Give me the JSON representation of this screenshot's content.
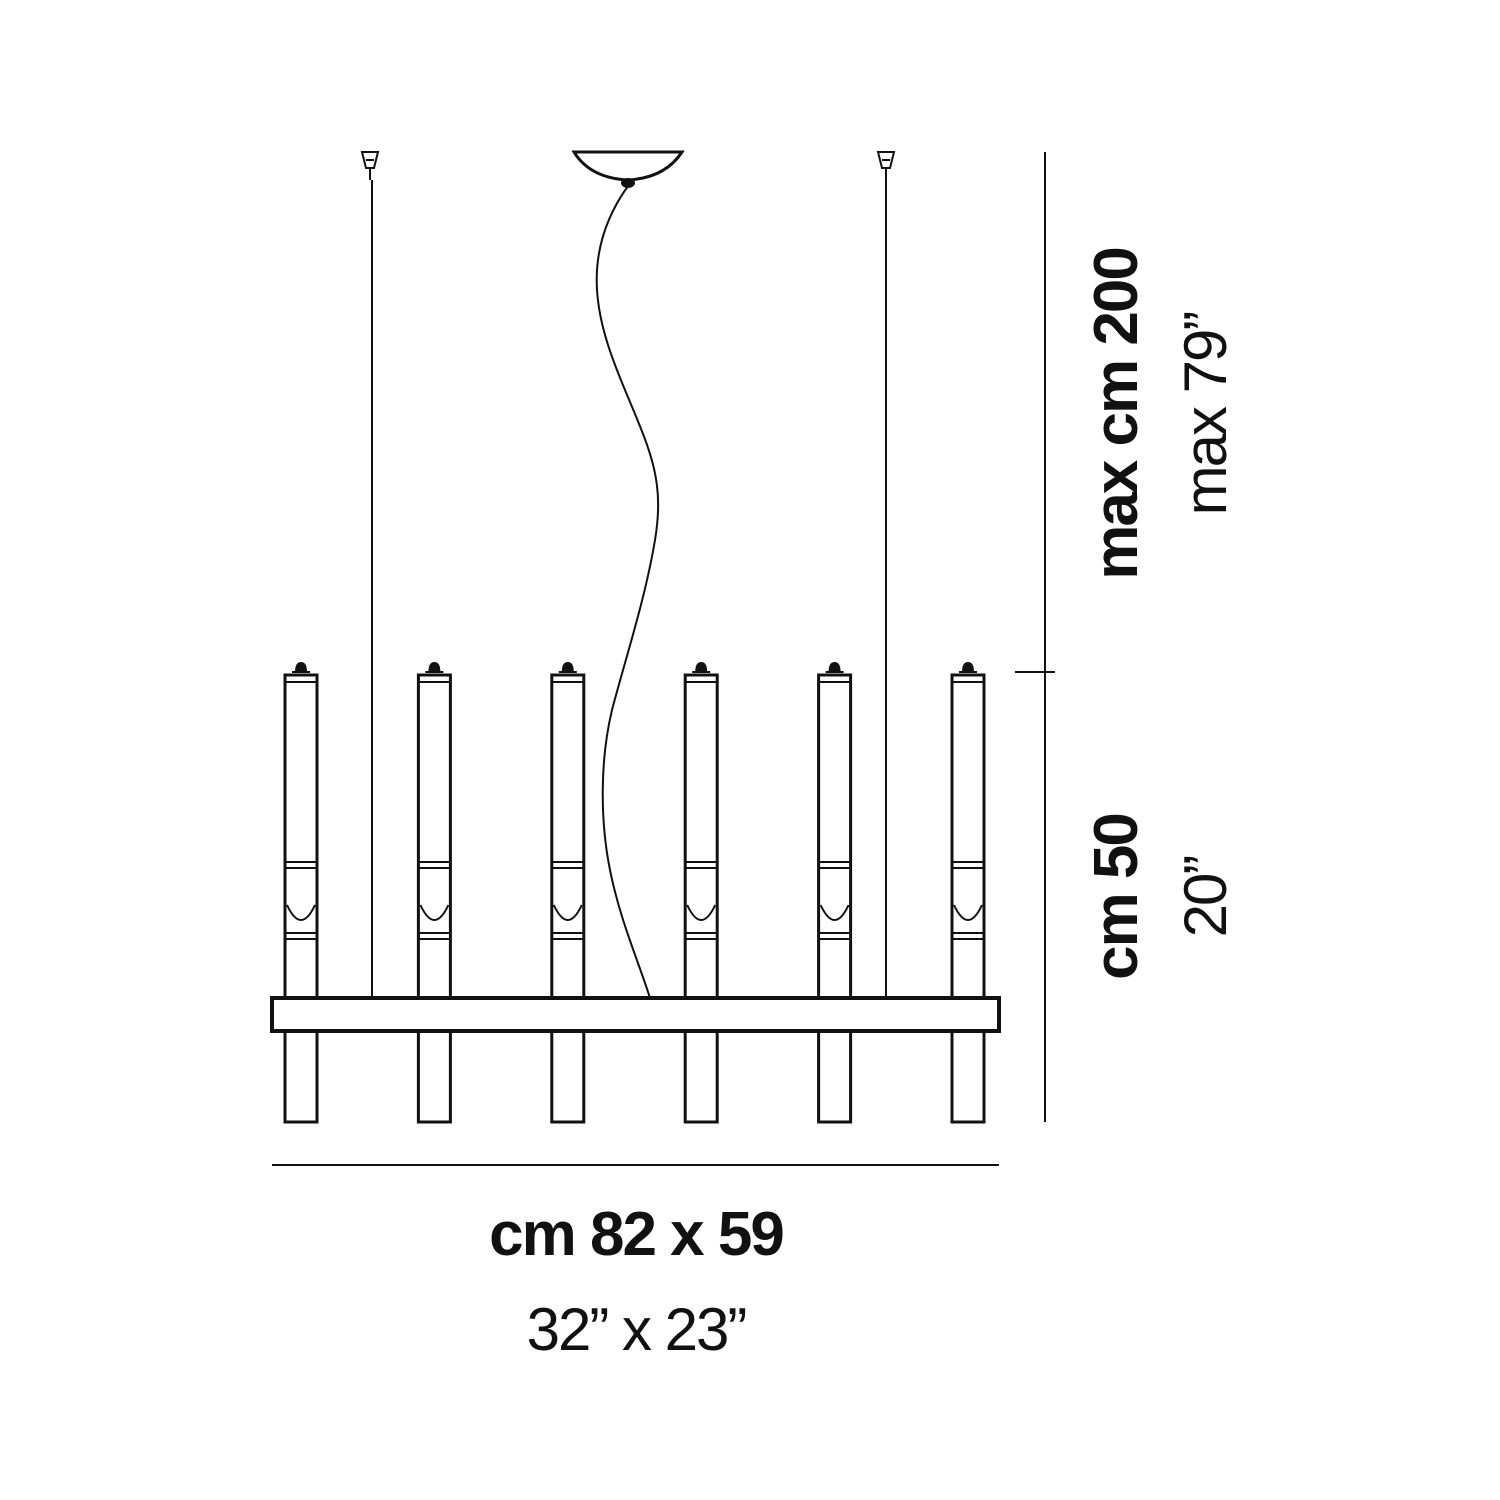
{
  "diagram": {
    "width_label_cm": "cm 82 x 59",
    "width_label_in": "32” x 23”",
    "height_label_cm": "cm 50",
    "height_label_in": "20”",
    "drop_label_cm": "max cm 200",
    "drop_label_in": "max 79”",
    "light_count": 6
  },
  "colors": {
    "line": "#111111",
    "background": "#ffffff"
  }
}
